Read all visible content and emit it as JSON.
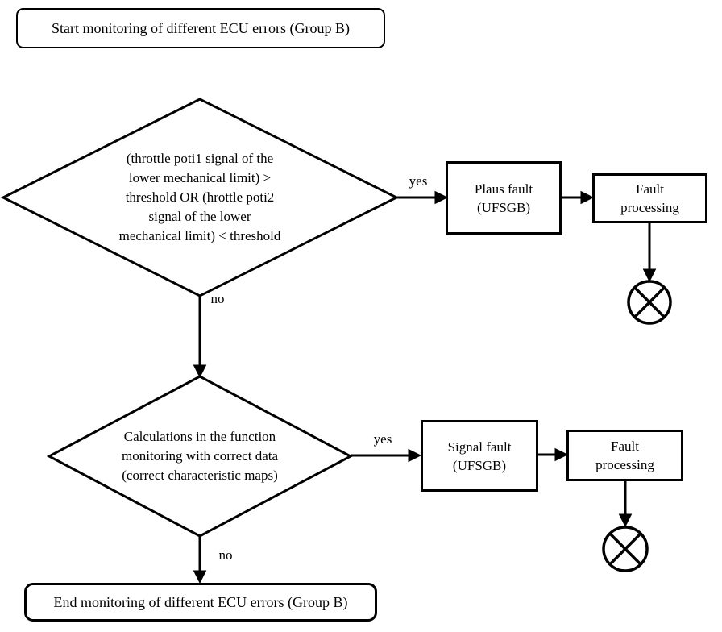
{
  "page": {
    "background_color": "#ffffff",
    "ink_color": "#000000"
  },
  "flowchart": {
    "start_label": "Start monitoring of different ECU errors (Group B)",
    "decision1_label": "(throttle poti1 signal of the\nlower mechanical limit) >\nthreshold OR (hrottle poti2\nsignal of the lower\nmechanical limit) < threshold",
    "decision1_yes": "yes",
    "decision1_no": "no",
    "plaus_fault_label": "Plaus fault\n(UFSGB)",
    "fault_processing1_label": "Fault\nprocessing",
    "decision2_label": "Calculations in the function\nmonitoring with correct data\n(correct characteristic maps)",
    "decision2_yes": "yes",
    "decision2_no": "no",
    "signal_fault_label": "Signal fault\n(UFSGB)",
    "fault_processing2_label": "Fault\nprocessing",
    "end_label": "End monitoring of different ECU errors (Group B)"
  }
}
